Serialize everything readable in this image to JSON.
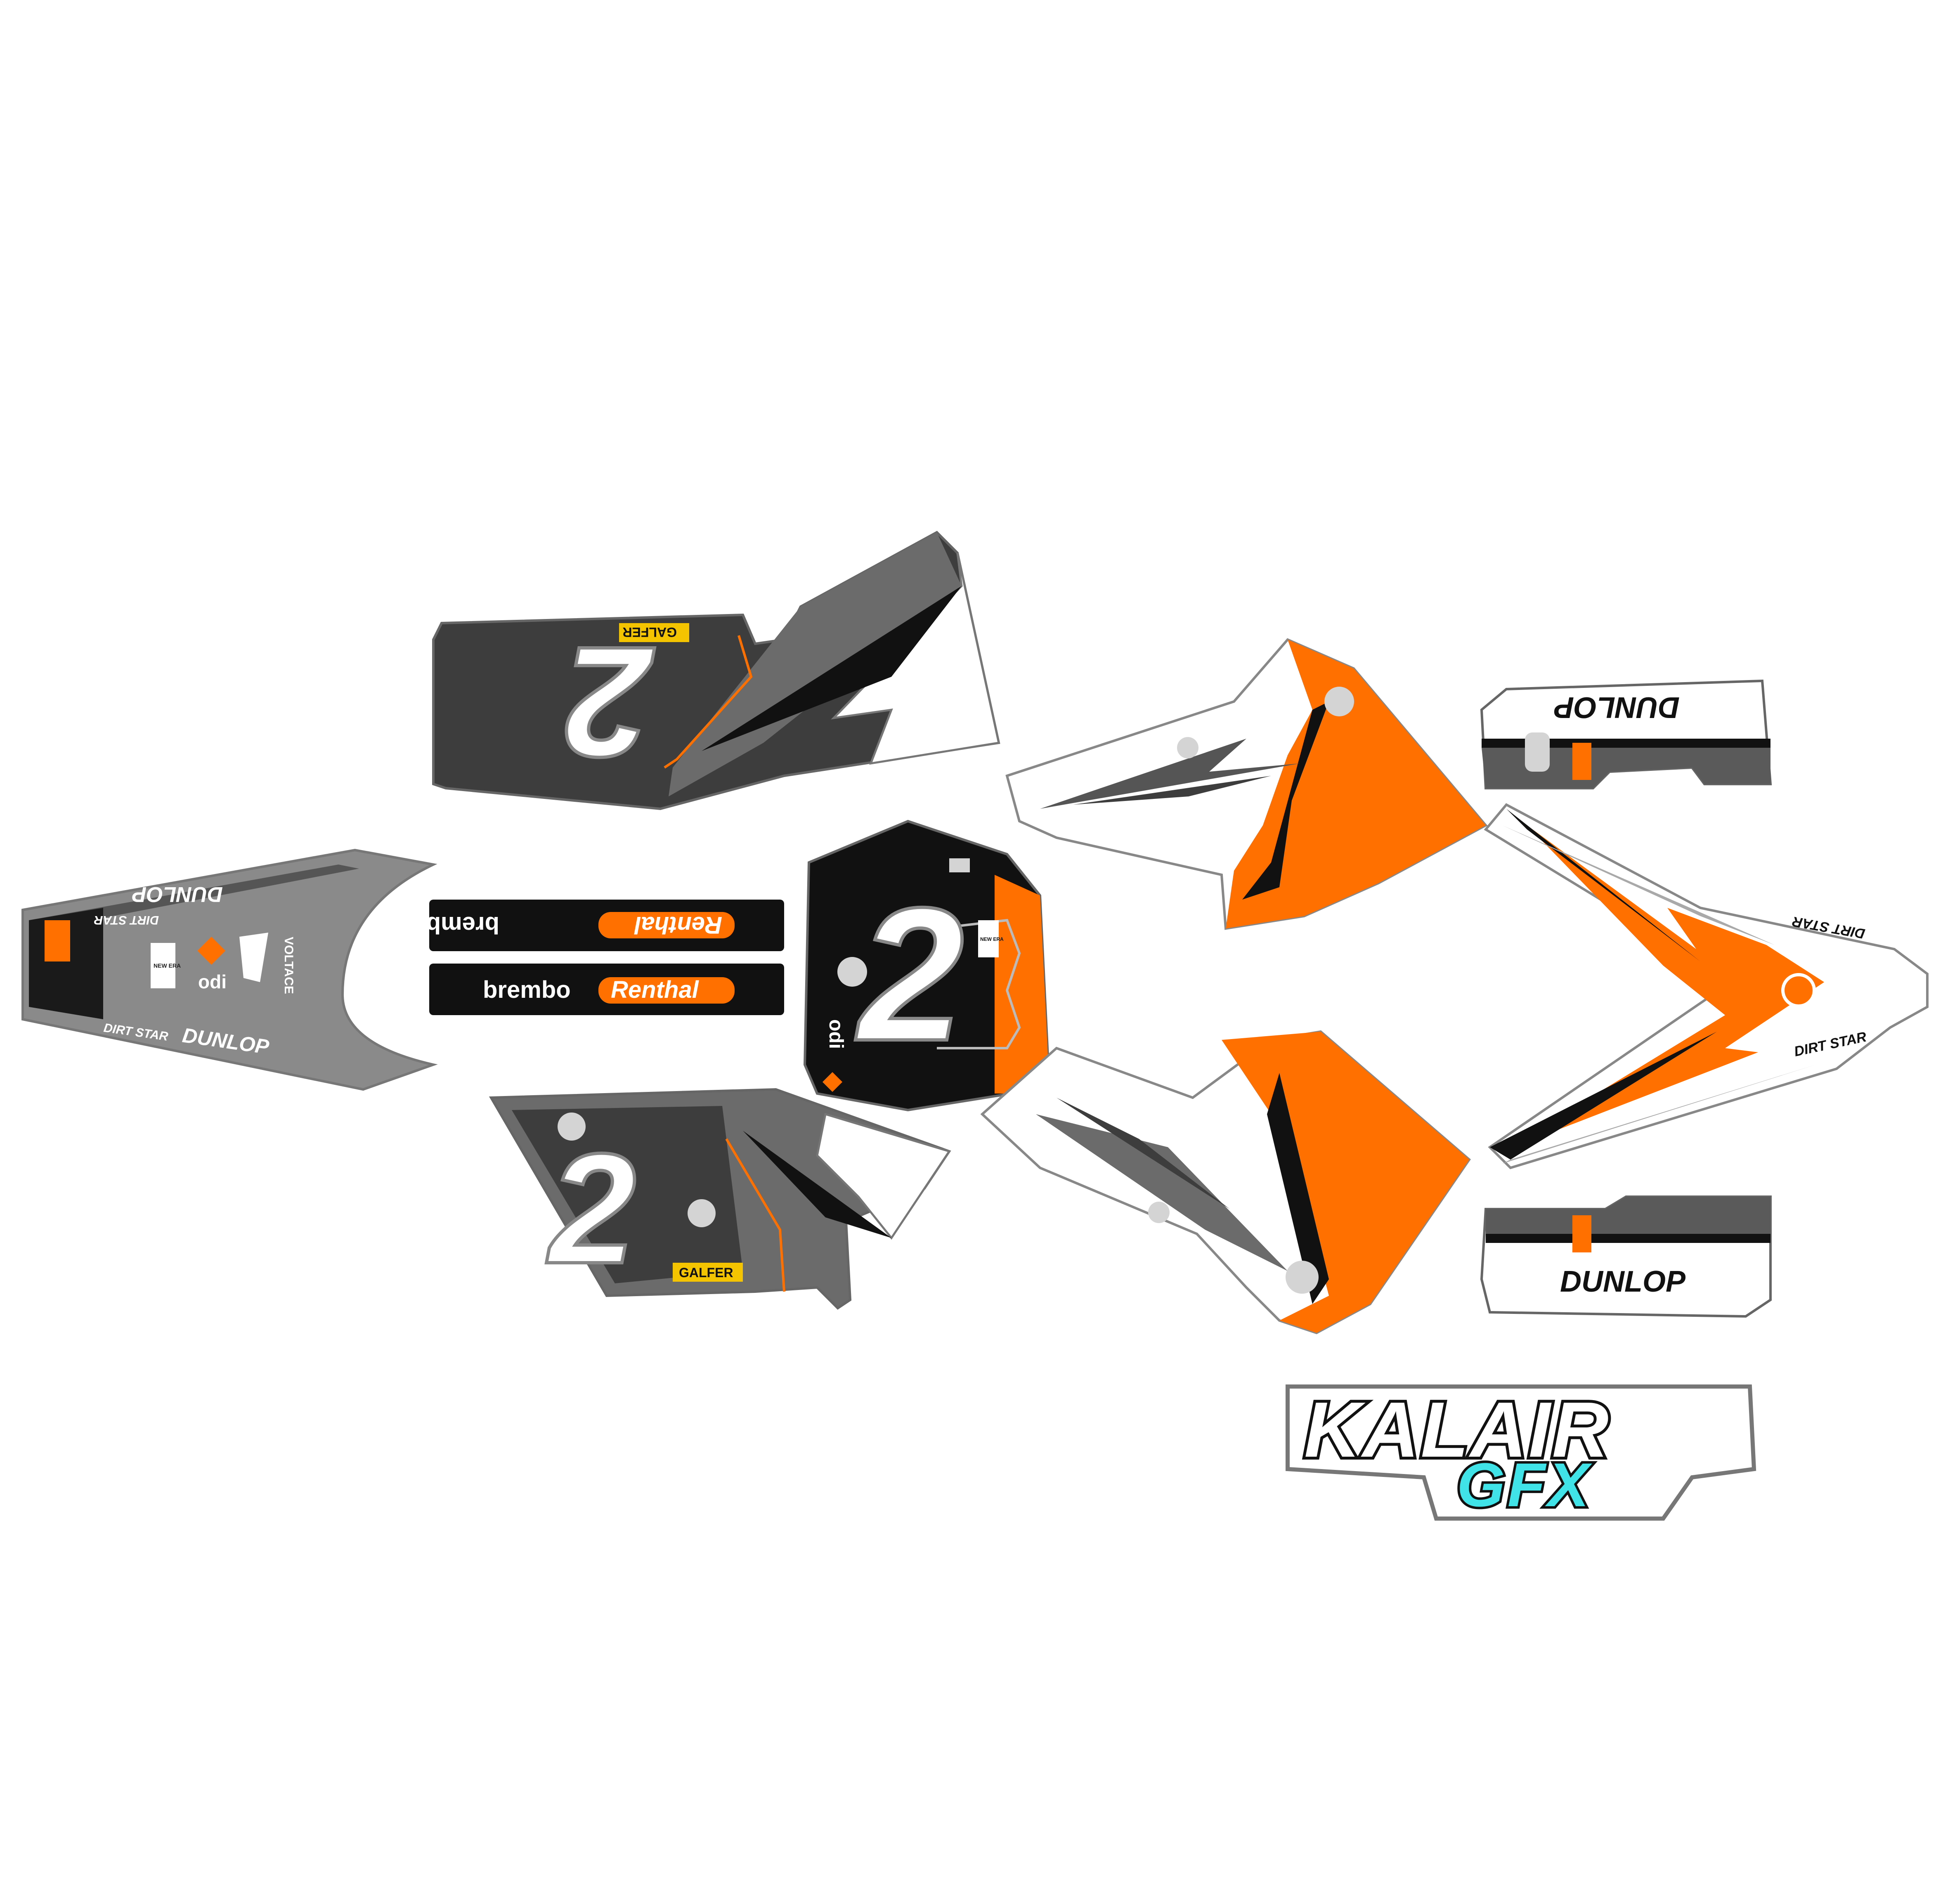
{
  "colors": {
    "orange": "#ff7000",
    "dark_gray": "#3d3d3d",
    "mid_gray": "#6b6b6b",
    "light_gray": "#a9a9a9",
    "pale_gray": "#d4d4d4",
    "black": "#111111",
    "white": "#ffffff",
    "cyan": "#3fe3e8",
    "yellow": "#f5c400"
  },
  "rear_fender": {
    "dunlop_top": "DUNLOP",
    "dirtstar_top": "DIRT STAR",
    "dunlop_bottom": "DUNLOP",
    "dirtstar_bottom": "DIRT STAR",
    "odi": "odi",
    "voltace": "VOLTACE",
    "new_era": "NEW ERA"
  },
  "side_panel_top": {
    "number": "2",
    "sponsor": "GALFER"
  },
  "side_panel_bottom": {
    "number": "2",
    "sponsor": "GALFER"
  },
  "fork_guard_strip_top": {
    "left": "brembo",
    "right": "Renthal"
  },
  "fork_guard_strip_bottom": {
    "left": "brembo",
    "right": "Renthal"
  },
  "front_number_plate": {
    "number": "2",
    "sponsor_side": "odi",
    "badge": "NEW ERA"
  },
  "fork_guard_top": {
    "sponsor": "DUNLOP"
  },
  "fork_guard_bottom": {
    "sponsor": "DUNLOP"
  },
  "front_fender": {
    "dirtstar_top": "DIRT STAR",
    "dirtstar_bottom": "DIRT STAR"
  },
  "brand_logo": {
    "line1": "KALAIR",
    "line2": "GFX"
  }
}
